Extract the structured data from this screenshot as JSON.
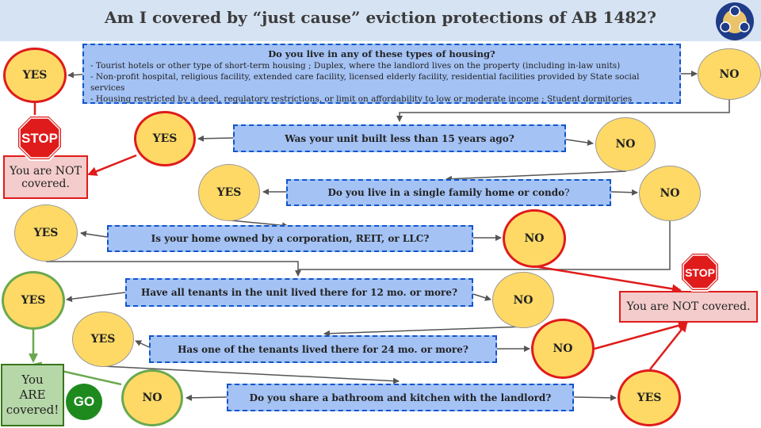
{
  "header": {
    "title": "Am I covered by “just cause” eviction protections of AB 1482?"
  },
  "questions": {
    "q1": {
      "heading": "Do you live in any of these types of housing?",
      "items": [
        "- Tourist hotels or other type of short-term housing ; Duplex, where the landlord lives on the property (including in-law units)",
        "- Non-profit hospital, religious facility, extended care facility, licensed elderly facility, residential facilities provided by State social services",
        "- Housing restricted by a deed, regulatory restrictions, or limit on affordability to low or moderate income ; Student dormitories"
      ]
    },
    "q2": "Was your unit built less than 15 years ago?",
    "q3_text": "Do you live in a single family home or condo",
    "q3_mark": "?",
    "q4": "Is your home owned by a corporation, REIT, or LLC?",
    "q5": "Have all tenants in the unit lived there for 12 mo. or more?",
    "q6": "Has one of the tenants lived there for 24 mo. or more?",
    "q7": "Do you share a bathroom and kitchen with the landlord?"
  },
  "answers": {
    "yes": "YES",
    "no": "NO"
  },
  "results": {
    "not_covered_left": "You are NOT covered.",
    "not_covered_right": "You are NOT covered.",
    "covered": [
      "You",
      "ARE",
      "covered!"
    ]
  },
  "signs": {
    "stop": "STOP",
    "go": "GO"
  },
  "colors": {
    "question_fill": "#a4c2f4",
    "question_border": "#1155cc",
    "answer_fill": "#ffd966",
    "stop_red": "#e01b1b",
    "go_green": "#1e8a1e",
    "covered_fill": "#b6d7a8",
    "not_covered_fill": "#f4cccc"
  }
}
